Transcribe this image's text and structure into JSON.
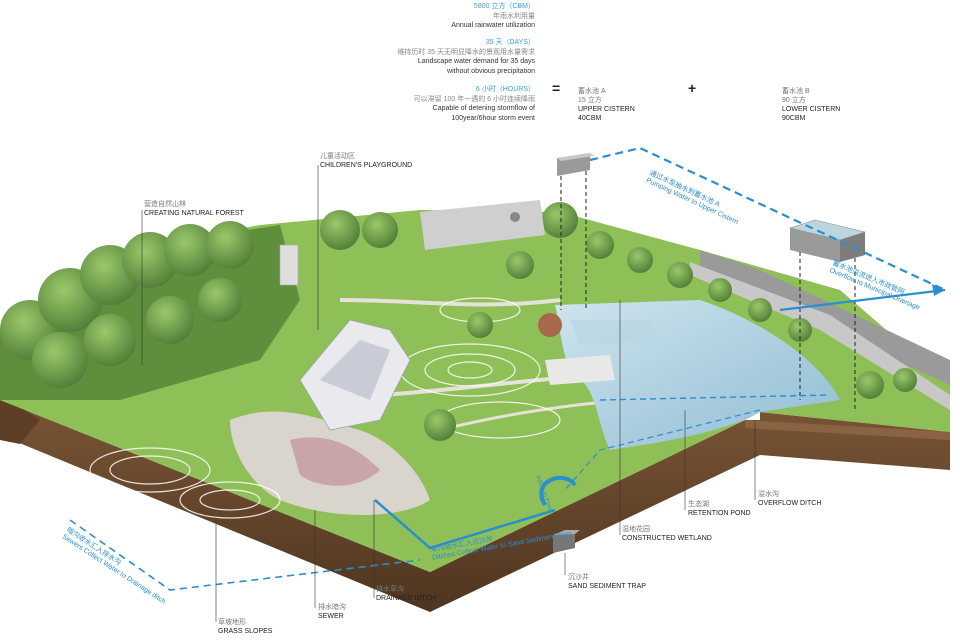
{
  "stats": [
    {
      "value": "5800 立方（CBM）",
      "cn": "年雨水利用量",
      "en": "Annual rainwater utilization"
    },
    {
      "value": "35 天（DAYS）",
      "cn": "维持历时 35 天无明显降水的景观用水量需求",
      "en": "Landscape water demand for 35 days",
      "en2": "without obvious precipitation"
    },
    {
      "value": "6 小时（HOURS）",
      "cn": "可以滞留 100 年一遇的 6 小时连续降雨",
      "en": "Capable of detening stormflow of",
      "en2": "100year/6hour storm event"
    }
  ],
  "operators": {
    "equals": "=",
    "plus": "+"
  },
  "cisterns": {
    "upper": {
      "cn": "蓄水池 A",
      "amount": "15 立方",
      "en": "UPPER CISTERN",
      "cbm": "40CBM"
    },
    "lower": {
      "cn": "蓄水池 B",
      "amount": "90 立方",
      "en": "LOWER CISTERN",
      "cbm": "90CBM"
    }
  },
  "labels": {
    "playground": {
      "cn": "儿童活动区",
      "en": "CHILDREN'S PLAYGROUND"
    },
    "forest": {
      "cn": "营造自然山林",
      "en": "CREATING NATURAL FOREST"
    },
    "wetland": {
      "cn": "湿地花园",
      "en": "CONSTRUCTED WETLAND"
    },
    "pond": {
      "cn": "生态湖",
      "en": "RETENTION POND"
    },
    "overflow": {
      "cn": "溢水沟",
      "en": "OVERFLOW DITCH"
    },
    "sediment": {
      "cn": "沉沙井",
      "en": "SAND SEDIMENT TRAP"
    },
    "drainage": {
      "cn": "排水草沟",
      "en": "DRAINAGE DITCH"
    },
    "sewer": {
      "cn": "排水暗沟",
      "en": "SEWER"
    },
    "grass": {
      "cn": "草坡地形",
      "en": "GRASS SLOPES"
    }
  },
  "flows": {
    "pumping_cn": "通过水泵抽水到蓄水池 A",
    "pumping_en": "Pumping Water to Upper Cistern",
    "overflow_cn": "蓄水池溢流进入市政管网",
    "overflow_en": "Overflow to Municipal Drainage",
    "ditch_cn": "草沟收水汇入沉沙井",
    "ditch_en": "Ditches Collect Water to Sand Sediment Trap",
    "sewer_cn": "暗沟收水汇入排水沟",
    "sewer_en": "Sewers Collect Water to Drainage ditch",
    "inlet": "Inflow to Pond"
  },
  "colors": {
    "flow": "#2a8fd0",
    "grass": "#7fb84a",
    "water": "#a7cde0",
    "soil": "#6b4a2e"
  }
}
